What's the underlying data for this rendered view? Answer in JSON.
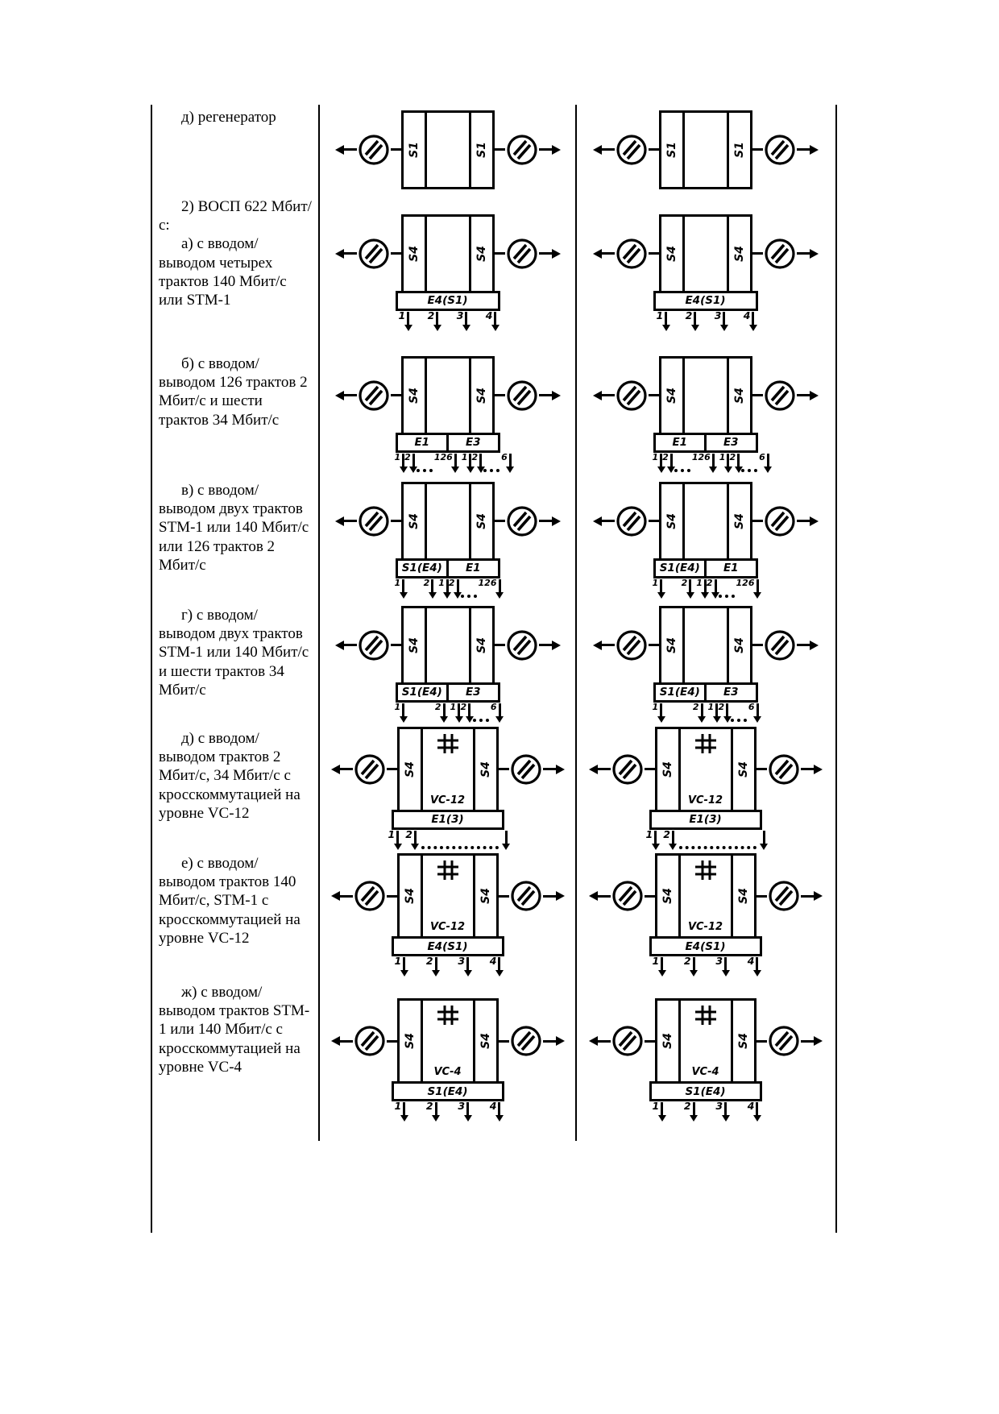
{
  "document": {
    "language": "ru",
    "rows": [
      {
        "label": "д) регенератор",
        "diagram": {
          "left_port": "S1",
          "right_port": "S1"
        }
      },
      {
        "intro": "2) ВОСП 622 Мбит/с:",
        "label": "а) с вводом/выводом четырех трактов 140 Мбит/с или STM-1",
        "diagram": {
          "left_port": "S4",
          "right_port": "S4",
          "bars": [
            "E4(S1)"
          ],
          "ports": [
            "1",
            "2",
            "3",
            "4"
          ]
        }
      },
      {
        "label": "б) с вводом/выводом 126 трактов 2 Мбит/с и шести трактов 34 Мбит/с",
        "diagram": {
          "left_port": "S4",
          "right_port": "S4",
          "bars": [
            "E1",
            "E3"
          ],
          "ports_left": [
            "1",
            "2",
            "126"
          ],
          "ports_right": [
            "1",
            "2",
            "6"
          ]
        }
      },
      {
        "label": "в) с вводом/выводом двух трактов STM-1 или 140 Мбит/с или 126 трактов 2 Мбит/с",
        "diagram": {
          "left_port": "S4",
          "right_port": "S4",
          "bars": [
            "S1(E4)",
            "E1"
          ],
          "ports_left": [
            "1",
            "2"
          ],
          "ports_right": [
            "1",
            "2",
            "126"
          ]
        }
      },
      {
        "label": "г) с вводом/выводом двух трактов STM-1 или 140 Мбит/с и шести трактов 34 Мбит/с",
        "diagram": {
          "left_port": "S4",
          "right_port": "S4",
          "bars": [
            "S1(E4)",
            "E3"
          ],
          "ports_left": [
            "1",
            "2"
          ],
          "ports_right": [
            "1",
            "2",
            "6"
          ]
        }
      },
      {
        "label": "д) с вводом/выводом трактов 2 Мбит/с, 34 Мбит/с с кросскоммутацией на уровне VC-12",
        "diagram": {
          "left_port": "S4",
          "right_port": "S4",
          "cross_connect": "VC-12",
          "bars": [
            "E1(3)"
          ],
          "ports": [
            "1",
            "2"
          ]
        }
      },
      {
        "label": "е) с вводом/выводом трактов 140 Мбит/с, STM-1 с кросскоммутацией на уровне VC-12",
        "diagram": {
          "left_port": "S4",
          "right_port": "S4",
          "cross_connect": "VC-12",
          "bars": [
            "E4(S1)"
          ],
          "ports": [
            "1",
            "2",
            "3",
            "4"
          ]
        }
      },
      {
        "label": "ж) с вводом/выводом трактов STM-1 или 140 Мбит/с с кросскоммутацией на уровне VC-4",
        "diagram": {
          "left_port": "S4",
          "right_port": "S4",
          "cross_connect": "VC-4",
          "bars": [
            "S1(E4)"
          ],
          "ports": [
            "1",
            "2",
            "3",
            "4"
          ]
        }
      }
    ]
  }
}
